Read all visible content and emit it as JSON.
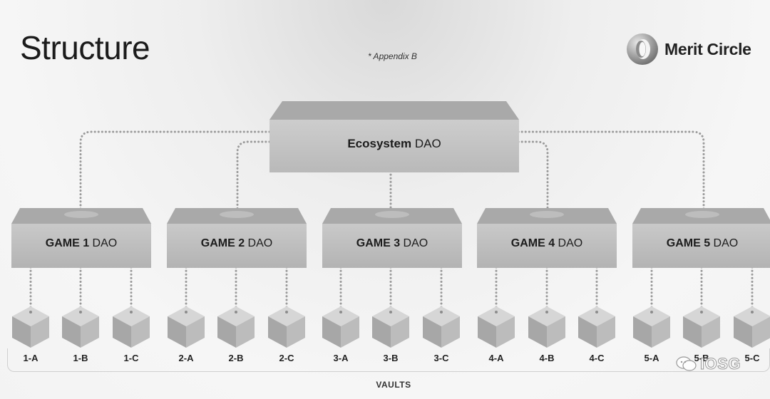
{
  "header": {
    "title": "Structure",
    "note": "* Appendix B",
    "brand": "Merit Circle"
  },
  "diagram": {
    "root": {
      "bold": "Ecosystem",
      "rest": " DAO"
    },
    "games": [
      {
        "bold": "GAME 1",
        "rest": " DAO",
        "vaults": [
          "1-A",
          "1-B",
          "1-C"
        ]
      },
      {
        "bold": "GAME 2",
        "rest": " DAO",
        "vaults": [
          "2-A",
          "2-B",
          "2-C"
        ]
      },
      {
        "bold": "GAME 3",
        "rest": " DAO",
        "vaults": [
          "3-A",
          "3-B",
          "3-C"
        ]
      },
      {
        "bold": "GAME 4",
        "rest": " DAO",
        "vaults": [
          "4-A",
          "4-B",
          "4-C"
        ]
      },
      {
        "bold": "GAME 5",
        "rest": " DAO",
        "vaults": [
          "5-A",
          "5-B",
          "5-C"
        ]
      }
    ],
    "vaults_label": "VAULTS"
  },
  "watermark": {
    "text": "IOSG"
  },
  "colors": {
    "box_face": "#c0c0c0",
    "box_top": "#a8a8a8",
    "connector": "#9a9a9a",
    "text": "#1c1c1c"
  },
  "icons": {
    "brand_logo": "merit-circle-logo",
    "watermark_logo": "wechat-icon"
  }
}
